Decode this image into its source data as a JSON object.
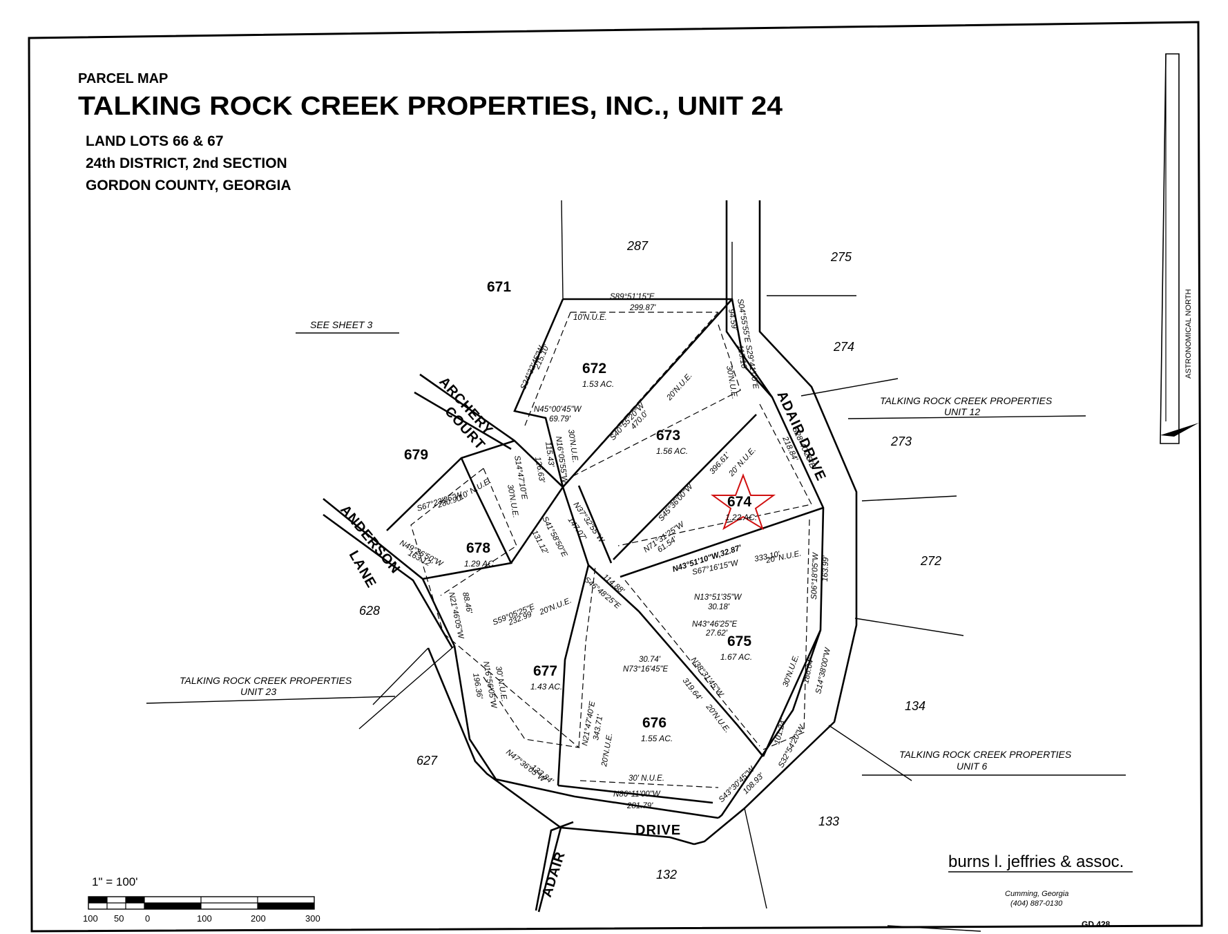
{
  "title": {
    "label": "PARCEL MAP",
    "main": "TALKING ROCK CREEK PROPERTIES,  INC., UNIT 24",
    "lines": [
      "LAND LOTS 66 & 67",
      "24th DISTRICT, 2nd SECTION",
      "GORDON COUNTY, GEORGIA"
    ]
  },
  "north_label": "ASTRONOMICAL NORTH",
  "see_sheet": "SEE SHEET 3",
  "roads": {
    "archery1": "ARCHERY",
    "archery2": "COURT",
    "anderson1": "ANDERSON",
    "anderson2": "LANE",
    "adair_ne": "ADAIR DRIVE",
    "drive": "DRIVE",
    "adair_sw": "ADAIR"
  },
  "lots": [
    {
      "id": "672",
      "acres": "1.53 AC."
    },
    {
      "id": "673",
      "acres": "1.56 AC."
    },
    {
      "id": "674",
      "acres": "1.22 AC."
    },
    {
      "id": "675",
      "acres": "1.67 AC."
    },
    {
      "id": "676",
      "acres": "1.55 AC."
    },
    {
      "id": "677",
      "acres": "1.43 AC."
    },
    {
      "id": "678",
      "acres": "1.29 AC."
    }
  ],
  "neighbor_lots": [
    "287",
    "275",
    "671",
    "274",
    "273",
    "679",
    "272",
    "628",
    "134",
    "627",
    "133",
    "132"
  ],
  "adjacent_units": [
    {
      "l1": "TALKING ROCK CREEK PROPERTIES",
      "l2": "UNIT 12"
    },
    {
      "l1": "TALKING ROCK CREEK PROPERTIES",
      "l2": "UNIT 23"
    },
    {
      "l1": "TALKING ROCK CREEK PROPERTIES",
      "l2": "UNIT 6"
    }
  ],
  "bearings": {
    "b1": "S89°51'15\"E",
    "b2": "299.87'",
    "b3": "10'N.U.E.",
    "b4": "S24°32'45\"W",
    "b5": "215.10'",
    "b6": "S04°55'55\"E",
    "b7": "94.59'",
    "b8": "S29°41'00\"E",
    "b9": "115.10'",
    "b10": "30'N.U.E.",
    "b11": "S40°55'20\"W",
    "b12": "470.0'",
    "b13": "20'N.U.E.",
    "b14": "N45°00'45\"W",
    "b15": "69.79'",
    "b16": "N16°05'55\"W",
    "b17": "115.43'",
    "b18": "30'N.U.E.",
    "b19": "S28°40'25\"E",
    "b20": "218.84'",
    "b21": "S45°36'00\"W",
    "b22": "396.61'",
    "b23": "20' N.U.E.",
    "b24": "S67°23'25\"W",
    "b25": "280.90'",
    "b26": "10' N.U.E.",
    "b27": "S14°47'10\"E",
    "b28": "126.63'",
    "b29": "30'N.U.E.",
    "b30": "N37°32'55\"W",
    "b31": "147.07'",
    "b32": "S41°58'50\"E",
    "b33": "131.12'",
    "b34": "N71°31'25\"W",
    "b35": "61.54'",
    "b36": "N43°51'10\"W,32.87'",
    "b37": "S67°16'15\"W",
    "b38": "333.10'",
    "b39": "20' N.U.E.",
    "b40": "S06°18'05\"W",
    "b41": "163.99'",
    "b42": "N49°26'50\"W",
    "b43": "163.12'",
    "b44": "S46°48'25\"E",
    "b45": "114.88'",
    "b46": "N13°51'35\"W",
    "b47": "30.18'",
    "b48": "N43°46'25\"E",
    "b49": "27.62'",
    "b50": "N21°46'05\"W",
    "b51": "88.46'",
    "b52": "S59°05'25\"E",
    "b53": "232.99'",
    "b54": "20'N.U.E.",
    "b55": "30.74'",
    "b56": "N73°16'45\"E",
    "b57": "N38°31'45\"W",
    "b58": "319.64'",
    "b59": "20'N.U.E.",
    "b60": "30'N.U.E.",
    "b61": "186.04'",
    "b62": "S14°38'00\"W",
    "b63": "N16°56'05\"W",
    "b64": "196.36'",
    "b65": "30' N.U.E.",
    "b66": "N21°47'40\"E",
    "b67": "343.71'",
    "b68": "20'N.U.E.",
    "b69": "101.24'",
    "b70": "S32°54'20\"W",
    "b71": "N47°36'05\"W",
    "b72": "133.84'",
    "b73": "30' N.U.E.",
    "b74": "N86°11'00\"W",
    "b75": "281.79'",
    "b76": "S43°30'45\"W",
    "b77": "108.93'"
  },
  "scale": {
    "label": "1\" = 100'",
    "ticks": [
      "100",
      "50",
      "0",
      "100",
      "200",
      "300"
    ]
  },
  "firm": {
    "name": "burns l. jeffries & assoc.",
    "city": "Cumming, Georgia",
    "phone": "(404) 887-0130"
  },
  "sheet_id": "GD 428"
}
